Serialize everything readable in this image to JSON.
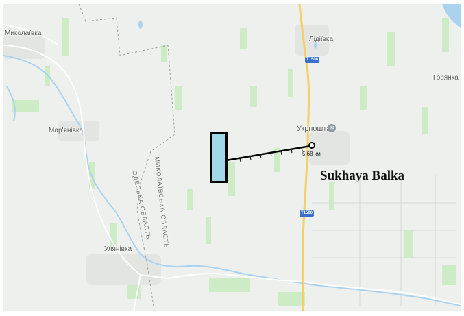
{
  "map": {
    "places": {
      "mykolaivka": "Миколаївка",
      "lidiivka": "Лідіївка",
      "marianivka": "Мар'янівка",
      "ulianivka": "Улянівка",
      "horianka": "Горянка",
      "ukrposhta": "Укрпошта"
    },
    "oblasts": {
      "odesa": "ОДЕСЬКА ОБЛАСТЬ",
      "mykolaiv": "МИКОЛАЇВСЬКА ОБЛАСТЬ"
    },
    "road_shields": {
      "north": "T1506",
      "south": "T1506"
    },
    "measure": {
      "distance": "5,68 км"
    },
    "site_label": "Sukhaya Balka",
    "icons": {
      "poi": "post-office-icon",
      "measure_end": "measure-point-icon"
    },
    "colors": {
      "map_background": "#eef0ee",
      "water": "#a9d3ef",
      "highway": "#f3cf66",
      "field": "#cdebc5",
      "site_fill": "#9fd7e8",
      "road_shield": "#3a70c9"
    }
  }
}
